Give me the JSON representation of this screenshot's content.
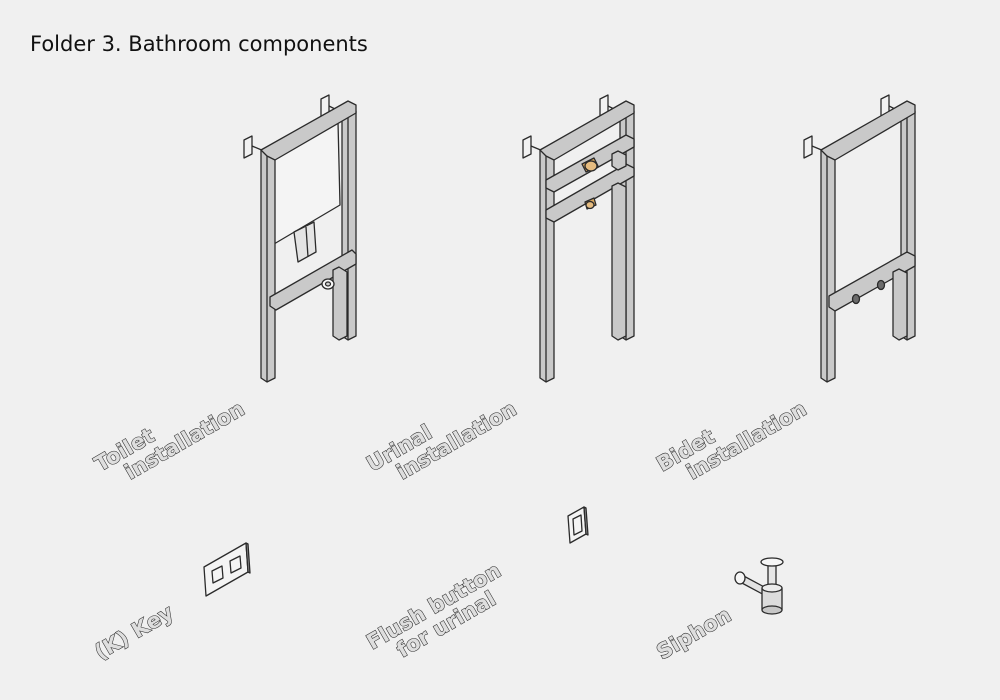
{
  "title": "Folder 3. Bathroom components",
  "components": [
    {
      "id": "toilet",
      "line1": "Toilet",
      "line2": "installation"
    },
    {
      "id": "urinal",
      "line1": "Urinal",
      "line2": "installation"
    },
    {
      "id": "bidet",
      "line1": "Bidet",
      "line2": "installation"
    },
    {
      "id": "key",
      "line1": "(K) Key"
    },
    {
      "id": "flush",
      "line1": "Flush button",
      "line2": "for urinal"
    },
    {
      "id": "siphon",
      "line1": "Siphon"
    }
  ],
  "colors": {
    "background": "#f0f0f0",
    "frame_fill": "#c9c9c9",
    "frame_stroke": "#2b2b2b",
    "fitting_brass": "#d9a760"
  }
}
